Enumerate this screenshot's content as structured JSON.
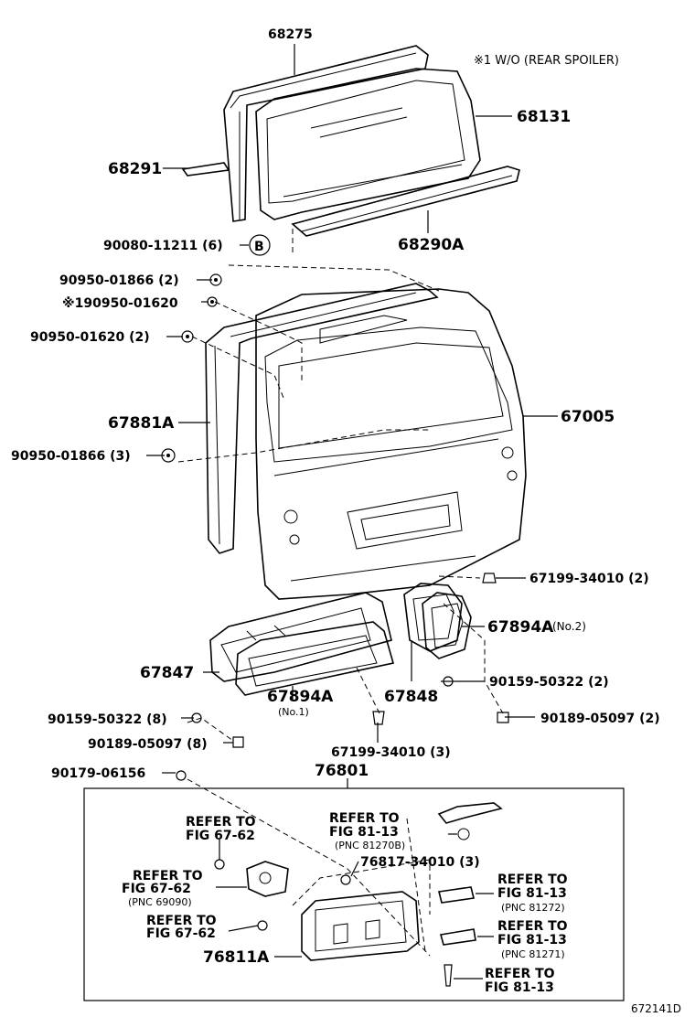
{
  "note": "※1  W/O (REAR SPOILER)",
  "figure_id": "672141D",
  "labels": {
    "p68275": "68275",
    "p68131": "68131",
    "p68291": "68291",
    "p68290a": "68290A",
    "p90080": "90080-11211 (6)",
    "circle_b": "B",
    "p90950_1866_2": "90950-01866 (2)",
    "p90950_1620_note": "※190950-01620",
    "p90950_1620_2": "90950-01620 (2)",
    "p67881a": "67881A",
    "p67005": "67005",
    "p90950_1866_3": "90950-01866 (3)",
    "p67199_2": "67199-34010 (2)",
    "p67894a_no2": "67894A",
    "no2": "(No.2)",
    "p67847": "67847",
    "p67848": "67848",
    "p90159_2": "90159-50322 (2)",
    "p90159_8": "90159-50322 (8)",
    "p90189_2": "90189-05097 (2)",
    "p90189_8": "90189-05097 (8)",
    "p67894a_no1": "67894A",
    "no1": "(No.1)",
    "p67199_3": "67199-34010 (3)",
    "p90179": "90179-06156",
    "p76801": "76801",
    "refer_6762_a1": "REFER TO",
    "refer_6762_a2": "FIG 67-62",
    "refer_8113_a1": "REFER TO",
    "refer_8113_a2": "FIG 81-13",
    "pnc_81270b": "(PNC 81270B)",
    "p76817": "76817-34010 (3)",
    "refer_6762_b1": "REFER TO",
    "refer_6762_b2": "FIG 67-62",
    "pnc_69090": "(PNC 69090)",
    "refer_8113_b1": "REFER TO",
    "refer_8113_b2": "FIG 81-13",
    "pnc_81272": "(PNC 81272)",
    "refer_6762_c1": "REFER TO",
    "refer_6762_c2": "FIG 67-62",
    "refer_8113_c1": "REFER TO",
    "refer_8113_c2": "FIG 81-13",
    "pnc_81271": "(PNC 81271)",
    "p76811a": "76811A",
    "refer_8113_d1": "REFER TO",
    "refer_8113_d2": "FIG 81-13"
  }
}
